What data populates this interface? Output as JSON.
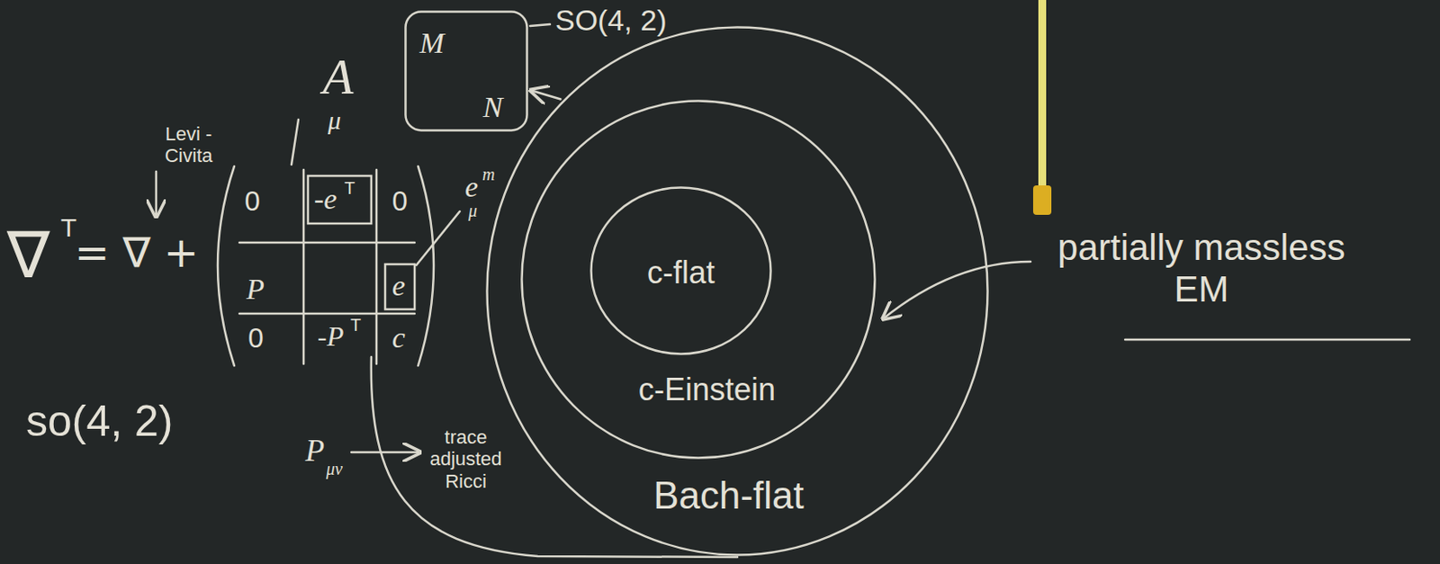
{
  "diagram": {
    "nodes": [
      {
        "text": [
          "Bach-flat"
        ]
      },
      {
        "text": [
          "c-Einstein"
        ],
        "in": 0
      },
      {
        "text": [
          "c-flat"
        ],
        "in": 1
      },
      {
        "text": [
          "M",
          "N"
        ]
      }
    ],
    "edges": [
      {
        "from": 0,
        "to": 3,
        "arrow": "to"
      }
    ],
    "labels": [
      "Levi -Civita",
      "∇",
      "T",
      "= ∇ +",
      "A",
      "μ",
      "SO(4, 2)",
      "0",
      "-e",
      "T",
      "0",
      "P",
      "e",
      "0",
      "-P",
      "T",
      "c",
      "e",
      "μ",
      "m",
      "so(4, 2)",
      "P",
      "μν",
      "trace adjusted Ricci",
      "partially massless EM"
    ]
  }
}
